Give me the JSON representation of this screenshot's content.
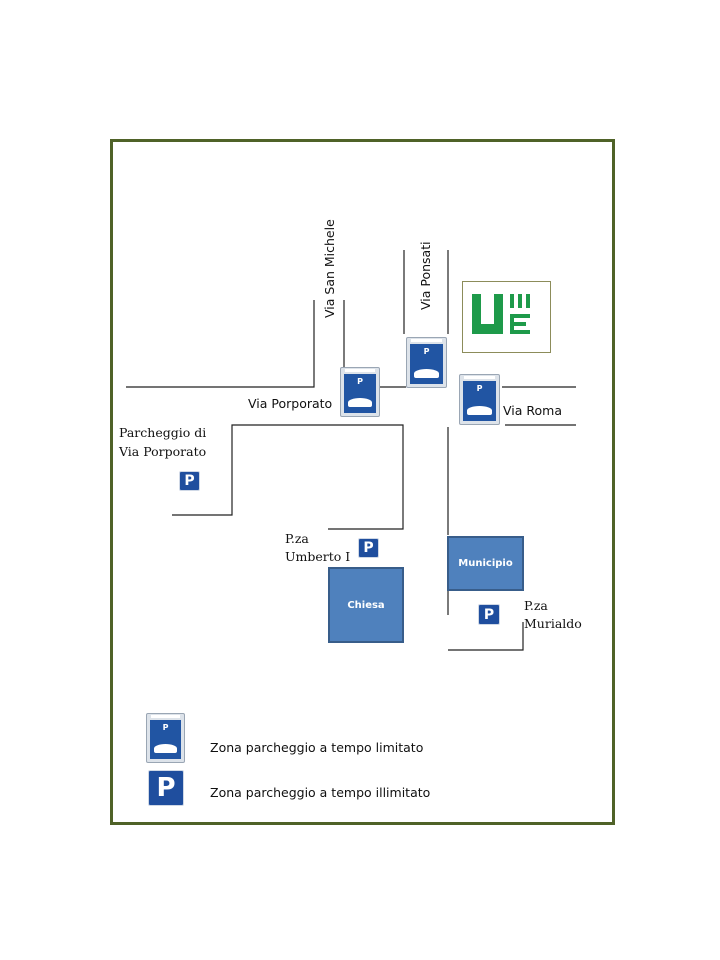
{
  "streets": {
    "via_san_michele": "Via San Michele",
    "via_ponsati": "Via Ponsati",
    "via_porporato": "Via Porporato",
    "via_roma": "Via Roma"
  },
  "places": {
    "parcheggio_line1": "Parcheggio di",
    "parcheggio_line2": "Via Porporato",
    "umberto_line1": "P.za",
    "umberto_line2": "Umberto I",
    "murialdo_line1": "P.za",
    "murialdo_line2": "Murialdo"
  },
  "buildings": {
    "municipio": "Municipio",
    "chiesa": "Chiesa"
  },
  "signs": {
    "parking_letter": "P"
  },
  "legend": {
    "limited": "Zona parcheggio a tempo limitato",
    "unlimited": "Zona parcheggio a tempo illimitato"
  },
  "colors": {
    "frame": "#4f6228",
    "building": "#4f81bd",
    "parking_sign": "#1f4e9e",
    "logo_green": "#1e9a4a"
  },
  "icons": {
    "limited": "parking-disc-icon",
    "unlimited": "parking-sign-icon",
    "logo": "municipal-logo-icon"
  }
}
